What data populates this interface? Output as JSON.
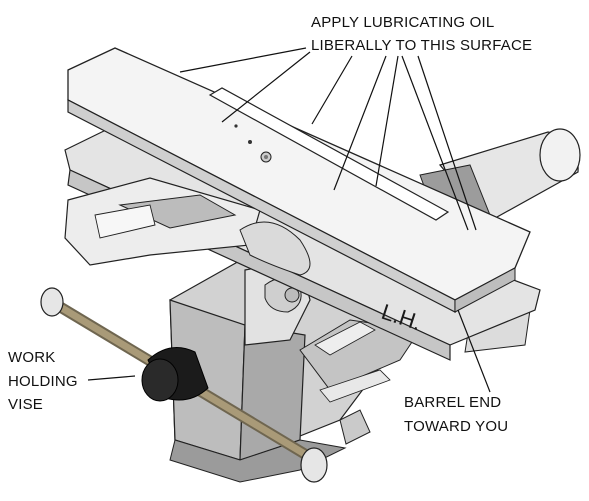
{
  "callouts": {
    "oil": {
      "line1": "APPLY LUBRICATING OIL",
      "line2": "LIBERALLY TO THIS SURFACE"
    },
    "vise": {
      "line1": "WORK",
      "line2": "HOLDING",
      "line3": "VISE"
    },
    "barrel": {
      "line1": "BARREL END",
      "line2": "TOWARD YOU"
    }
  },
  "engraving": {
    "plate_mark": "L.H."
  },
  "colors": {
    "line": "#111111",
    "metal_light": "#ececec",
    "metal_mid": "#cfcfcf",
    "metal_dark": "#8f8f8f",
    "handle": "#9a8c70",
    "knob": "#1b1b1b"
  }
}
